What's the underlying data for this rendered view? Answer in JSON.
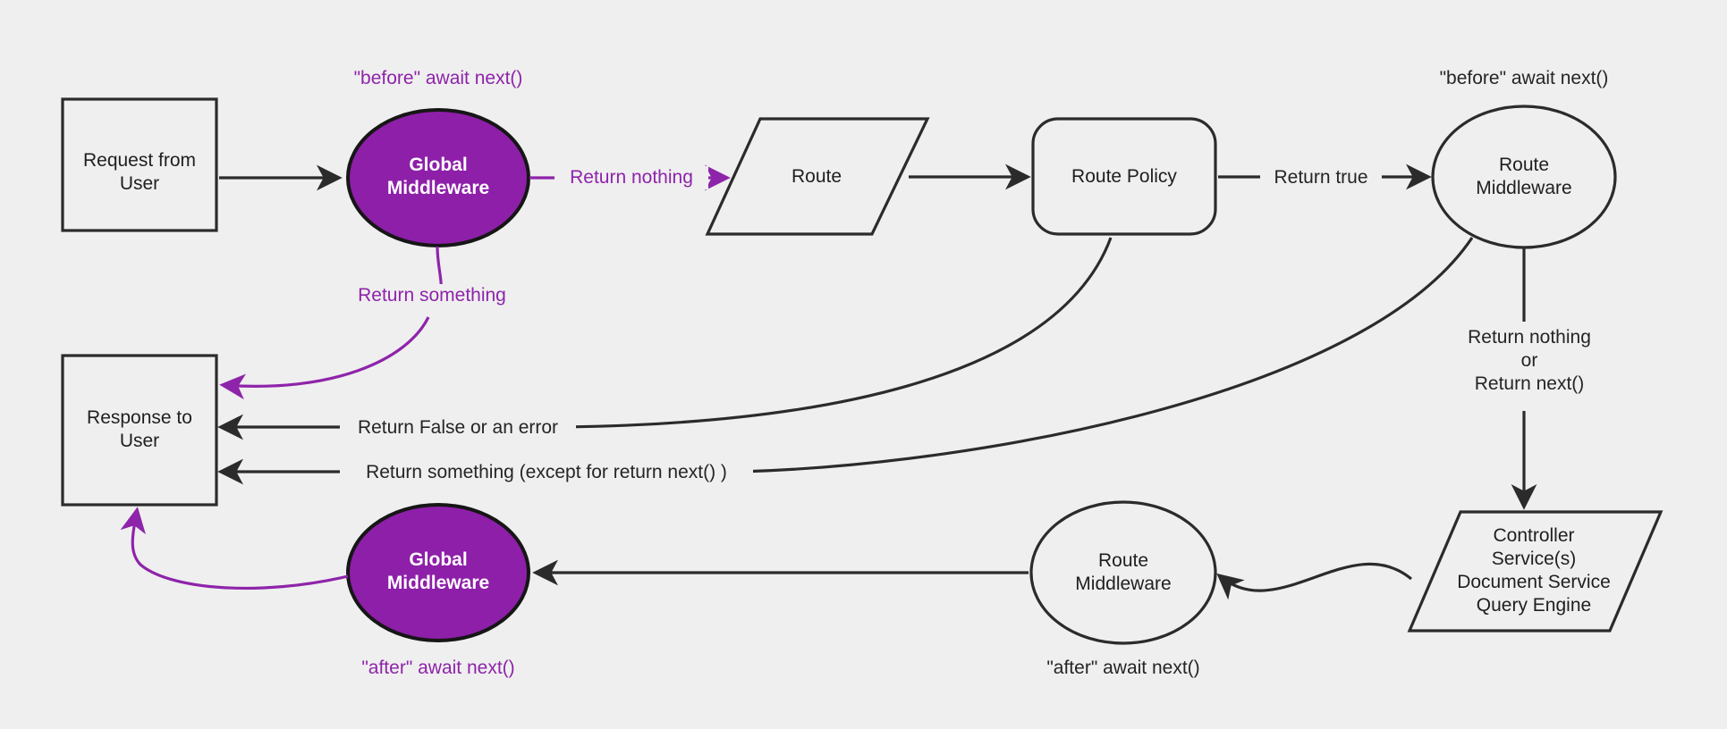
{
  "diagram": {
    "title": "HTTP request middleware lifecycle flow",
    "background_color": "#efefef",
    "accent_color": "#8e24aa",
    "line_color": "#2b2b2b",
    "text_color": "#252525"
  },
  "nodes": {
    "request_from_user": {
      "label": "Request from\nUser",
      "shape": "rectangle"
    },
    "global_middleware_before": {
      "label": "Global\nMiddleware",
      "shape": "ellipse",
      "fill": "#8e1fa9"
    },
    "route": {
      "label": "Route",
      "shape": "parallelogram"
    },
    "route_policy": {
      "label": "Route Policy",
      "shape": "rounded-rectangle"
    },
    "route_middleware_before": {
      "label": "Route\nMiddleware",
      "shape": "ellipse"
    },
    "controller_services": {
      "label": "Controller\nService(s)\nDocument Service\nQuery Engine",
      "shape": "parallelogram"
    },
    "route_middleware_after": {
      "label": "Route\nMiddleware",
      "shape": "ellipse"
    },
    "global_middleware_after": {
      "label": "Global\nMiddleware",
      "shape": "ellipse",
      "fill": "#8e1fa9"
    },
    "response_to_user": {
      "label": "Response to\nUser",
      "shape": "rectangle"
    }
  },
  "phase_labels": {
    "before_global": "\"before\" await next()",
    "before_route": "\"before\" await next()",
    "after_global": "\"after\" await next()",
    "after_route": "\"after\" await next()"
  },
  "edge_labels": {
    "return_nothing": "Return nothing",
    "return_something": "Return something",
    "return_true": "Return true",
    "return_false_or_error": "Return False or an error",
    "return_something_except_next": "Return something (except for return next() )",
    "return_nothing_or_next": "Return nothing\nor\nReturn next()"
  }
}
